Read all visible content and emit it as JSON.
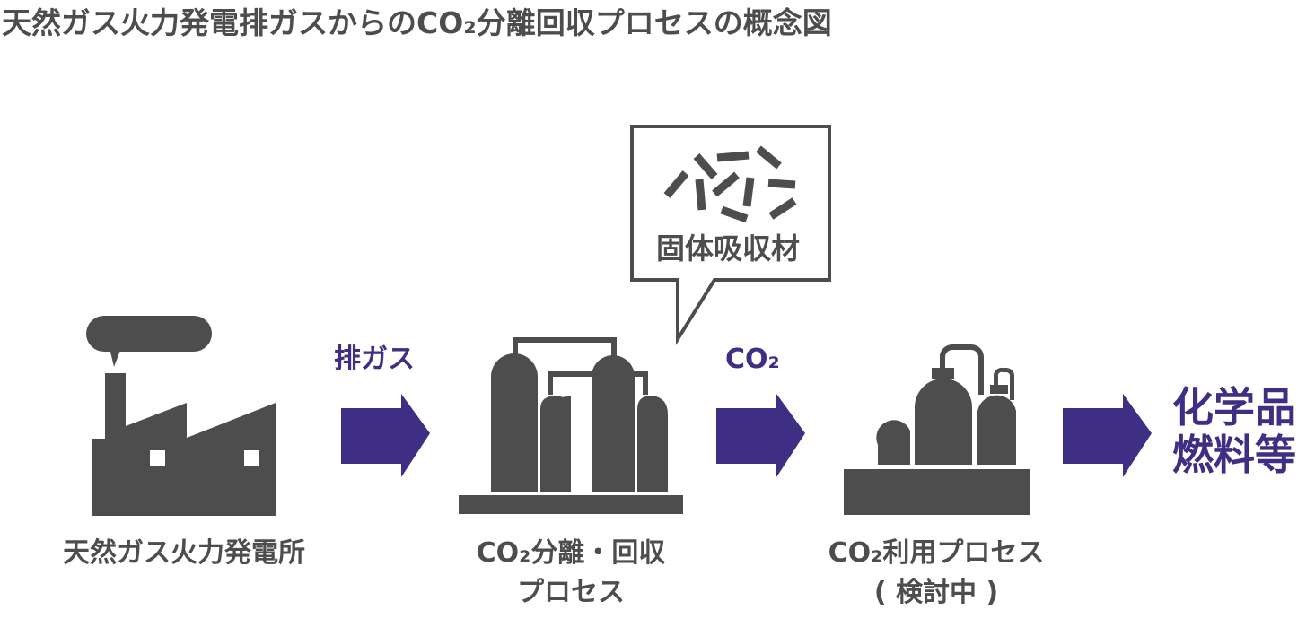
{
  "title": "天然ガス火力発電排ガスからのCO₂分離回収プロセスの概念図",
  "colors": {
    "icon_gray": "#4d4d4d",
    "accent_purple": "#3f2f84",
    "background": "#ffffff"
  },
  "stages": [
    {
      "id": "power-plant",
      "icon": "factory-icon",
      "label_lines": [
        "天然ガス火力発電所"
      ]
    },
    {
      "id": "capture",
      "icon": "separation-towers-icon",
      "label_lines": [
        "CO₂分離・回収",
        "プロセス"
      ]
    },
    {
      "id": "utilization",
      "icon": "chemical-plant-icon",
      "label_lines": [
        "CO₂利用プロセス",
        "( 検討中 )"
      ]
    }
  ],
  "flows": [
    {
      "label": "排ガス",
      "icon": "right-arrow-icon"
    },
    {
      "label": "CO₂",
      "icon": "right-arrow-icon"
    },
    {
      "label": "",
      "icon": "right-arrow-icon"
    }
  ],
  "products": {
    "lines": [
      "化学品",
      "燃料等"
    ]
  },
  "callout": {
    "icon": "sorbent-particles-icon",
    "label": "固体吸収材"
  }
}
